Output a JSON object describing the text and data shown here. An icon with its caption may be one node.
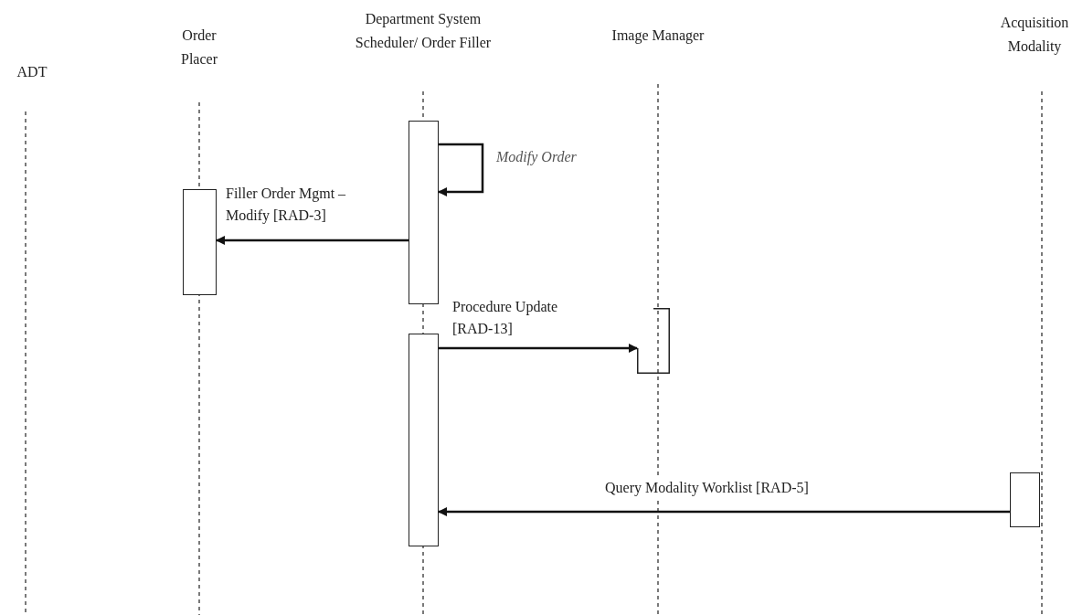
{
  "diagram": {
    "nodes": [
      {
        "text": [
          "ADT"
        ]
      },
      {
        "text": [
          "Order Placer"
        ]
      },
      {
        "text": [
          "Department System Scheduler/ Order Filler"
        ]
      },
      {
        "text": [
          "Image Manager"
        ]
      },
      {
        "text": [
          "Acquisition Modality"
        ]
      },
      {
        "text": [],
        "shape": "box"
      },
      {
        "text": [],
        "shape": "box"
      },
      {
        "text": [],
        "shape": "box"
      },
      {
        "text": [],
        "shape": "box"
      },
      {
        "text": [],
        "shape": "box"
      }
    ],
    "edges": [
      {
        "from": 6,
        "to": 6,
        "arrow": "to",
        "label": "Modify Order"
      },
      {
        "from": 6,
        "to": 5,
        "arrow": "to",
        "label": "Filler Order Mgmt – Modify [RAD-3]"
      },
      {
        "from": 7,
        "to": 8,
        "arrow": "to",
        "label": "Procedure Update [RAD-13]"
      },
      {
        "from": 9,
        "to": 7,
        "arrow": "to",
        "label": "Query Modality Worklist [RAD-5]"
      }
    ]
  }
}
